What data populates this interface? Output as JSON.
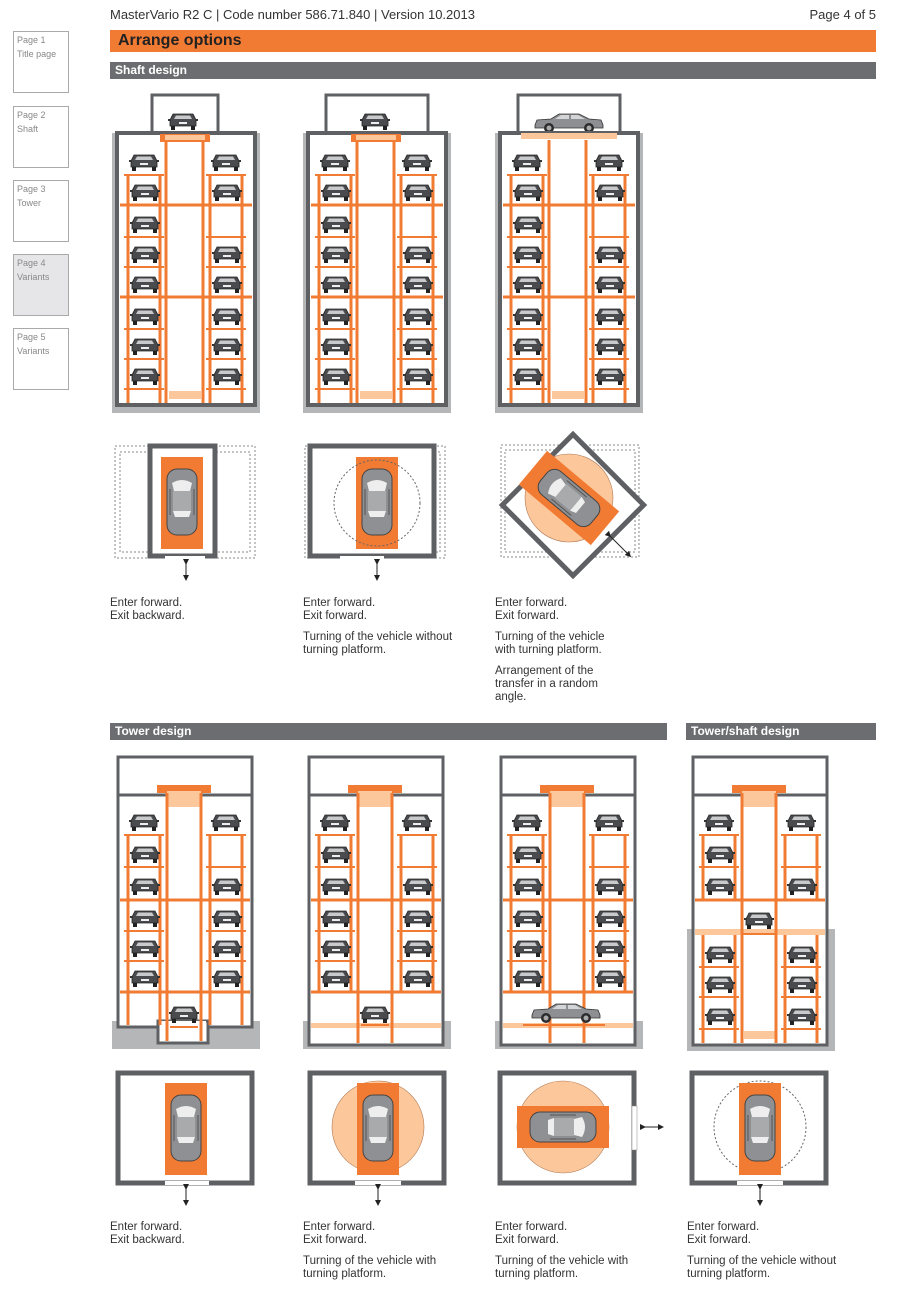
{
  "header": {
    "doc_info": "MasterVario R2 C | Code number 586.71.840 | Version 10.2013",
    "page_indicator": "Page 4 of 5"
  },
  "title": "Arrange options",
  "sidebar": {
    "pages": [
      {
        "page": "Page 1",
        "label": "Title page",
        "active": false
      },
      {
        "page": "Page 2",
        "label": "Shaft",
        "active": false
      },
      {
        "page": "Page 3",
        "label": "Tower",
        "active": false
      },
      {
        "page": "Page 4",
        "label": "Variants",
        "active": true
      },
      {
        "page": "Page 5",
        "label": "Variants",
        "active": false
      }
    ]
  },
  "sections": {
    "shaft": {
      "title": "Shaft design",
      "variants": [
        {
          "line1": "Enter forward.",
          "line2": "Exit backward.",
          "note1": "",
          "note2": ""
        },
        {
          "line1": "Enter forward.",
          "line2": "Exit forward.",
          "note1": "Turning of the vehicle without turning platform.",
          "note2": ""
        },
        {
          "line1": "Enter forward.",
          "line2": "Exit forward.",
          "note1": "Turning of the vehicle with turning platform.",
          "note2": "Arrangement of the transfer in a random angle."
        }
      ]
    },
    "tower": {
      "title": "Tower design",
      "variants": [
        {
          "line1": "Enter forward.",
          "line2": "Exit backward.",
          "note1": ""
        },
        {
          "line1": "Enter forward.",
          "line2": "Exit forward.",
          "note1": "Turning of the vehicle with turning platform."
        },
        {
          "line1": "Enter forward.",
          "line2": "Exit forward.",
          "note1": "Turning of the vehicle with turning platform."
        }
      ]
    },
    "tower_shaft": {
      "title": "Tower/shaft design",
      "variants": [
        {
          "line1": "Enter forward.",
          "line2": "Exit forward.",
          "note1": "Turning of the vehicle without turning platform."
        }
      ]
    }
  },
  "colors": {
    "accent_orange": "#f27b33",
    "light_orange": "#fcc79a",
    "section_gray": "#6c6d70",
    "wall_gray": "#5f6063",
    "ground_gray": "#b5b6b8"
  }
}
